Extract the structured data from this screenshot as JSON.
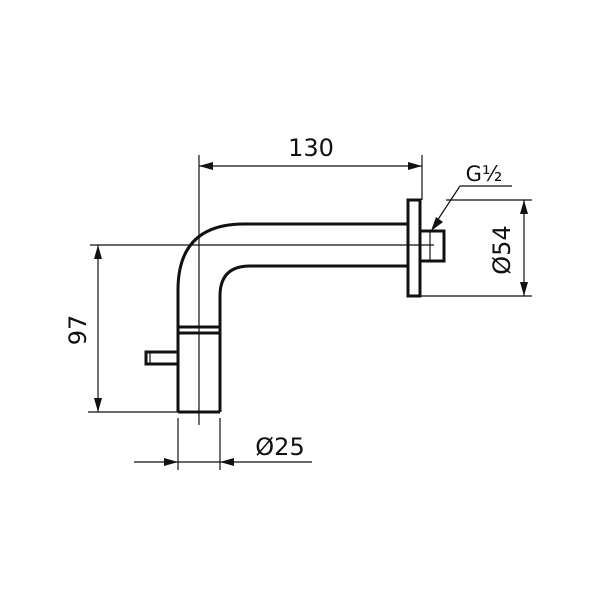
{
  "dimensions": {
    "spout_length": "130",
    "spout_height": "97",
    "outlet_diameter": "Ø25",
    "flange_diameter": "Ø54",
    "thread": "G½"
  },
  "colors": {
    "line": "#111111",
    "background": "#ffffff"
  }
}
